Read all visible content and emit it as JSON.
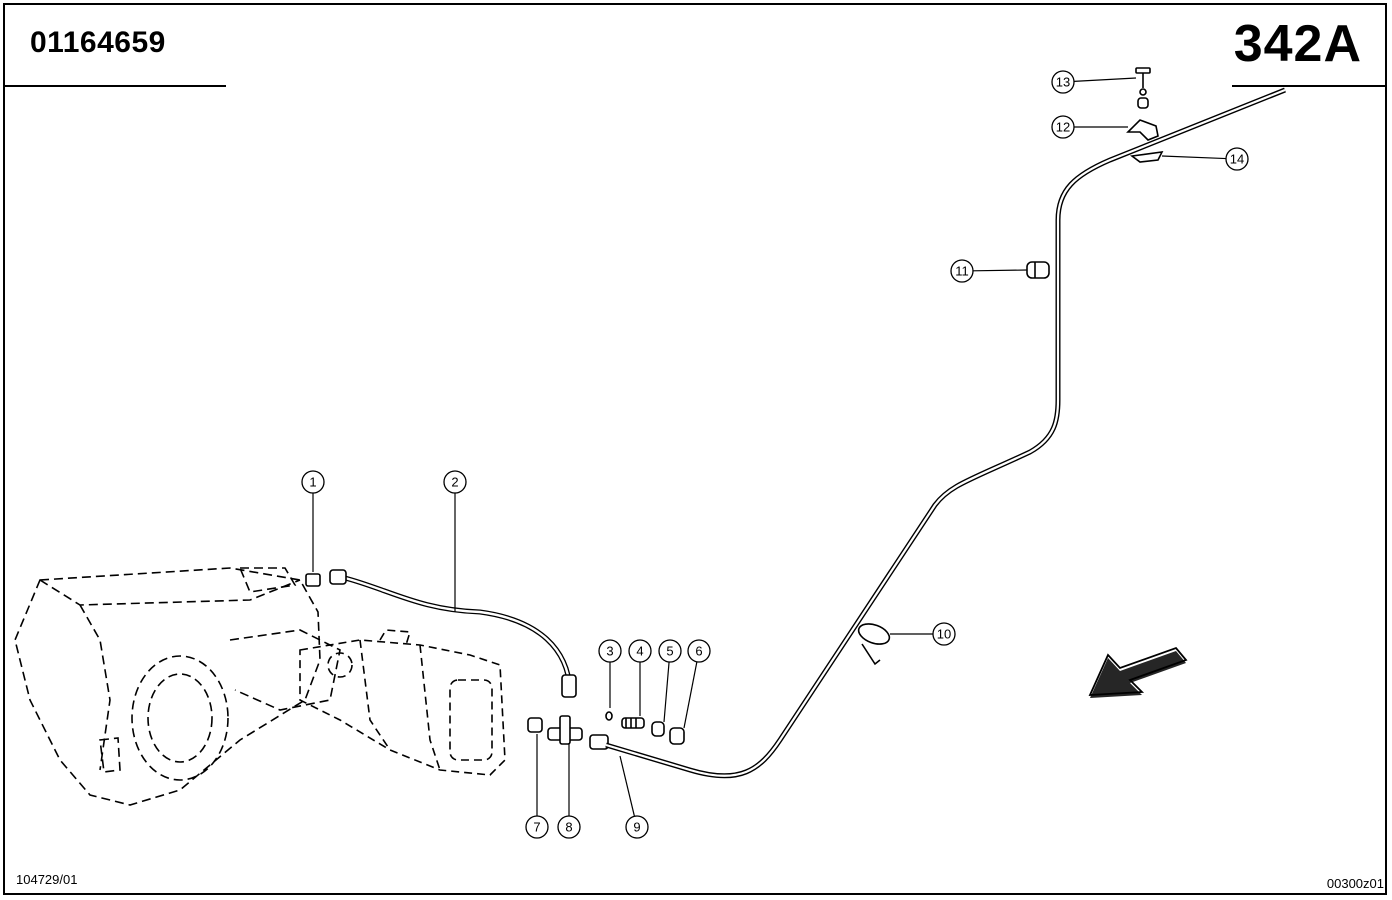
{
  "header": {
    "part_number": "01164659",
    "page_code": "342A"
  },
  "footer": {
    "doc_ref": "104729/01",
    "image_ref": "00300z01"
  },
  "callouts": [
    {
      "number": "1"
    },
    {
      "number": "2"
    },
    {
      "number": "3"
    },
    {
      "number": "4"
    },
    {
      "number": "5"
    },
    {
      "number": "6"
    },
    {
      "number": "7"
    },
    {
      "number": "8"
    },
    {
      "number": "9"
    },
    {
      "number": "10"
    },
    {
      "number": "11"
    },
    {
      "number": "12"
    },
    {
      "number": "13"
    },
    {
      "number": "14"
    }
  ]
}
